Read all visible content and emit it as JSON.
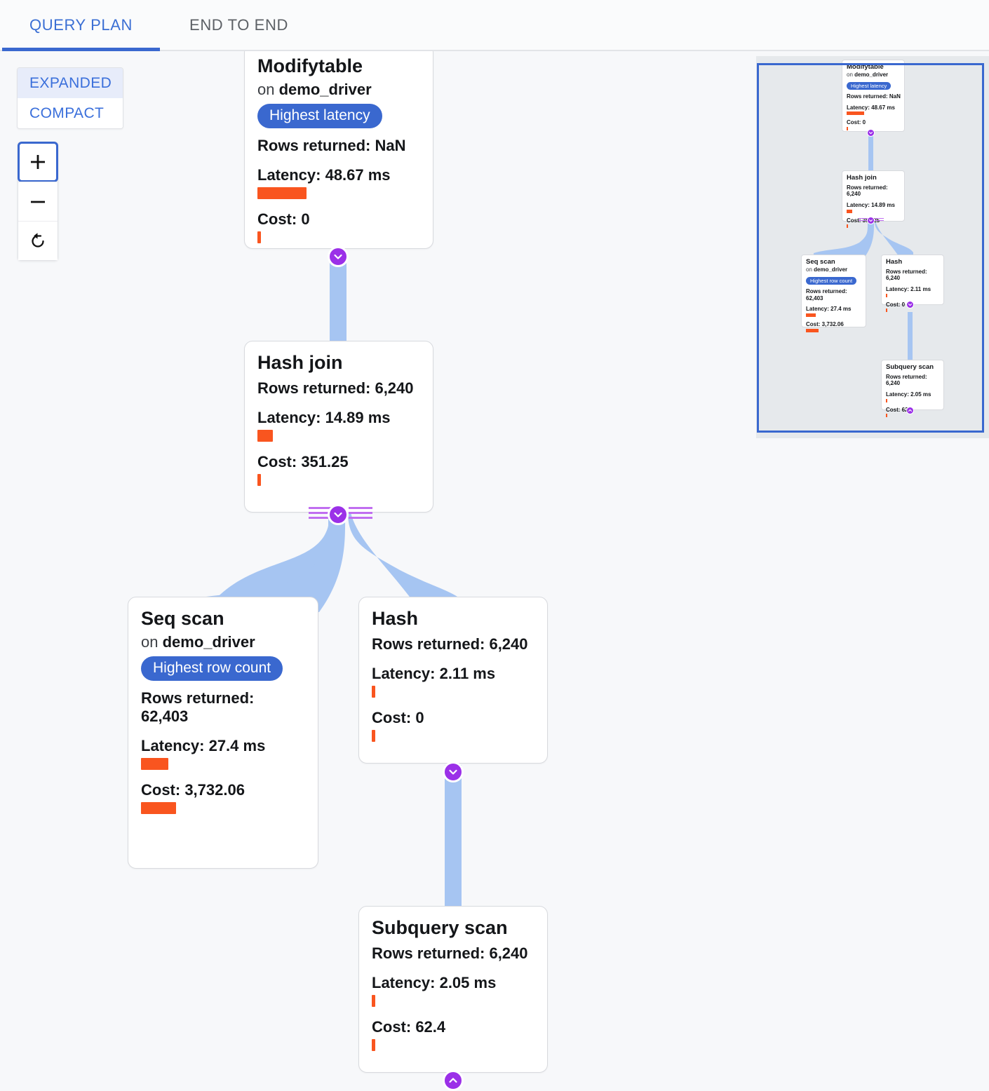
{
  "tabs": [
    {
      "id": "query-plan",
      "label": "QUERY PLAN",
      "active": true
    },
    {
      "id": "end-to-end",
      "label": "END TO END",
      "active": false
    }
  ],
  "controls": {
    "mode": {
      "options": [
        {
          "label": "EXPANDED",
          "selected": true
        },
        {
          "label": "COMPACT",
          "selected": false
        }
      ]
    },
    "zoom": {
      "zoom_in_icon": "plus-icon",
      "zoom_out_icon": "minus-icon",
      "reset_icon": "reset-rotate-icon"
    }
  },
  "labels": {
    "rows_returned": "Rows returned:",
    "latency": "Latency:",
    "cost": "Cost:",
    "on_prefix": "on"
  },
  "colors": {
    "accent_blue": "#3a68cf",
    "edge_blue": "#a6c5f2",
    "bar_orange": "#f9551f",
    "handle_purple": "#9b30e8",
    "canvas_bg": "#f7f8fa",
    "minimap_bg": "#e6e9ec"
  },
  "graph": {
    "nodes": [
      {
        "id": "modifytable",
        "title": "Modifytable",
        "on": "demo_driver",
        "badge": "Highest latency",
        "rows_returned": "Rows returned: NaN",
        "latency": "Latency: 48.67 ms",
        "latency_bar_width": 70,
        "cost": "Cost: 0",
        "cost_bar_width": 5
      },
      {
        "id": "hash-join",
        "title": "Hash join",
        "on": null,
        "badge": null,
        "rows_returned": "Rows returned: 6,240",
        "latency": "Latency: 14.89 ms",
        "latency_bar_width": 22,
        "cost": "Cost: 351.25",
        "cost_bar_width": 5
      },
      {
        "id": "seq-scan",
        "title": "Seq scan",
        "on": "demo_driver",
        "badge": "Highest row count",
        "rows_returned": "Rows returned: 62,403",
        "latency": "Latency: 27.4 ms",
        "latency_bar_width": 39,
        "cost": "Cost: 3,732.06",
        "cost_bar_width": 50
      },
      {
        "id": "hash",
        "title": "Hash",
        "on": null,
        "badge": null,
        "rows_returned": "Rows returned: 6,240",
        "latency": "Latency: 2.11 ms",
        "latency_bar_width": 5,
        "cost": "Cost: 0",
        "cost_bar_width": 5
      },
      {
        "id": "subquery-scan",
        "title": "Subquery scan",
        "on": null,
        "badge": null,
        "rows_returned": "Rows returned: 6,240",
        "latency": "Latency: 2.05 ms",
        "latency_bar_width": 5,
        "cost": "Cost: 62.4",
        "cost_bar_width": 5
      }
    ],
    "edges": [
      {
        "from": "modifytable",
        "to": "hash-join"
      },
      {
        "from": "hash-join",
        "to": "seq-scan"
      },
      {
        "from": "hash-join",
        "to": "hash"
      },
      {
        "from": "hash",
        "to": "subquery-scan"
      }
    ],
    "handles": [
      {
        "node": "modifytable",
        "icon": "chevron-down-icon",
        "lines": false
      },
      {
        "node": "hash-join",
        "icon": "chevron-down-icon",
        "lines": true
      },
      {
        "node": "hash",
        "icon": "chevron-down-icon",
        "lines": false
      },
      {
        "node": "subquery-scan",
        "icon": "chevron-up-icon",
        "lines": false
      }
    ]
  },
  "minimap": {
    "present": true,
    "viewport_outline_color": "#3a68cf"
  }
}
